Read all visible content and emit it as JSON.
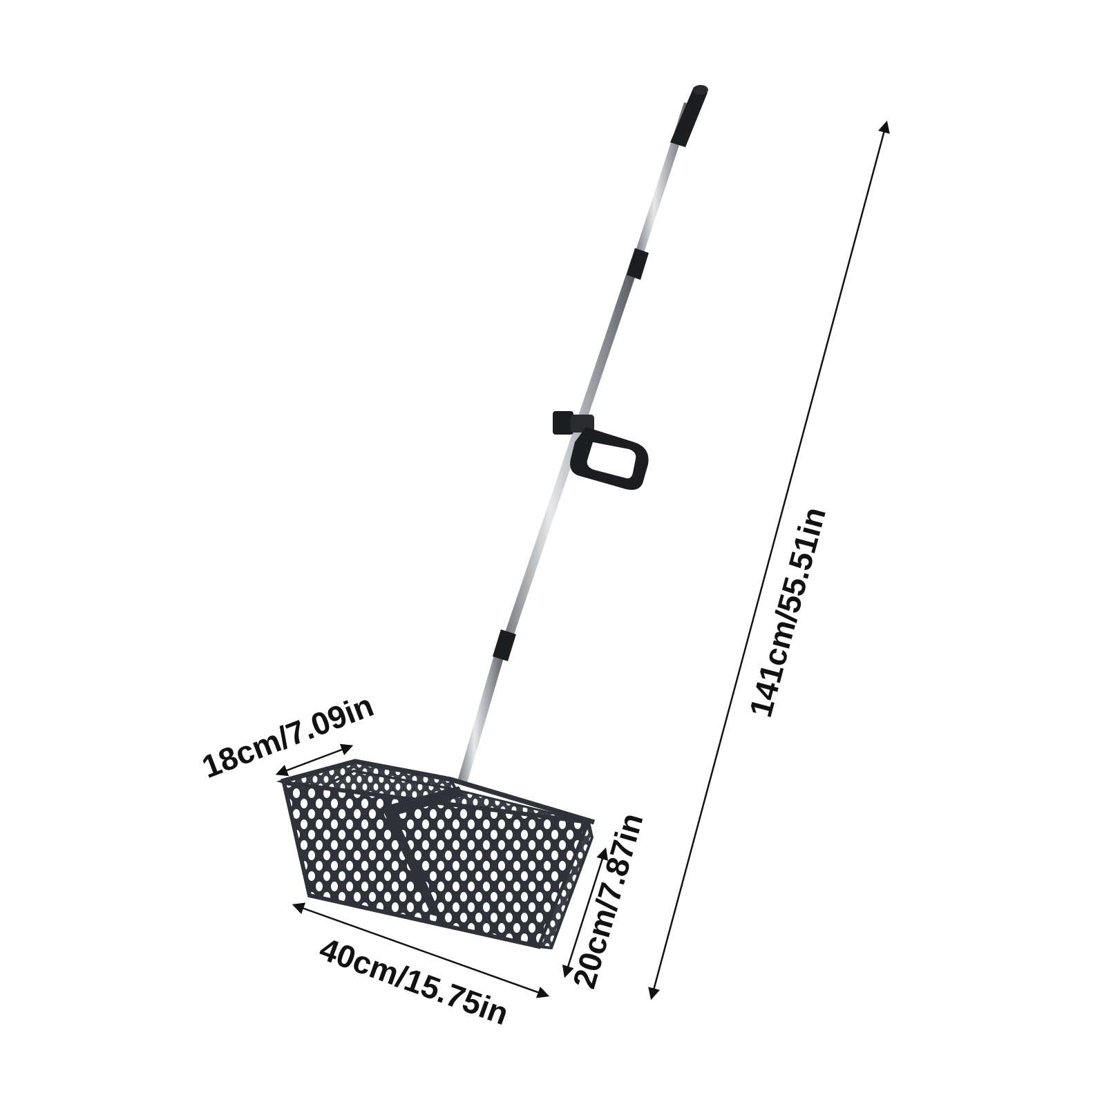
{
  "product": {
    "kind": "telescopic basket rake with mesh scoop",
    "colors": {
      "background": "#ffffff",
      "pole_metal": "#b9bcc0",
      "pole_dark": "#4a4d52",
      "grip_black": "#1c1d20",
      "basket": "#2f3238",
      "arrow": "#111111"
    }
  },
  "dimensions": {
    "total_length": "141cm/55.51in",
    "basket_depth": "18cm/7.09in",
    "basket_width": "40cm/15.75in",
    "basket_height": "20cm/7.87in"
  }
}
